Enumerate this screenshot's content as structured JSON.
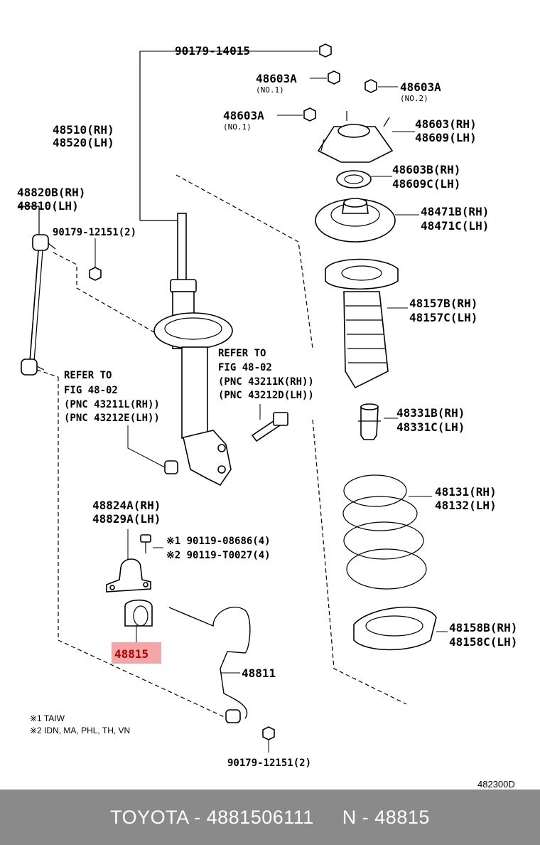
{
  "callouts": {
    "nut_top": "90179-14015",
    "nut_no1_a": "48603A",
    "nut_no1_a_sub": "(NO.1)",
    "nut_no2": "48603A",
    "nut_no2_sub": "(NO.2)",
    "nut_no1_b": "48603A",
    "nut_no1_b_sub": "(NO.1)",
    "strut_rh": "48510(RH)",
    "strut_lh": "48520(LH)",
    "mount_rh": "48603(RH)",
    "mount_lh": "48609(LH)",
    "bearing_rh": "48603B(RH)",
    "bearing_lh": "48609C(LH)",
    "seat_upper_rh": "48471B(RH)",
    "seat_upper_lh": "48471C(LH)",
    "link_rh": "48820B(RH)",
    "link_lh": "48810(LH)",
    "link_nut": "90179-12151(2)",
    "boot_rh": "48157B(RH)",
    "boot_lh": "48157C(LH)",
    "refer1_a": "REFER TO",
    "refer1_b": "FIG 48-02",
    "refer1_c": "(PNC 43211K(RH))",
    "refer1_d": "(PNC 43212D(LH))",
    "refer2_a": "REFER TO",
    "refer2_b": "FIG 48-02",
    "refer2_c": "(PNC 43211L(RH))",
    "refer2_d": "(PNC 43212E(LH))",
    "bumper_rh": "48331B(RH)",
    "bumper_lh": "48331C(LH)",
    "spring_rh": "48131(RH)",
    "spring_lh": "48132(LH)",
    "bracket_rh": "48824A(RH)",
    "bracket_lh": "48829A(LH)",
    "bolt1": "※1 90119-08686(4)",
    "bolt2": "※2 90119-T0027(4)",
    "bushing": "48815",
    "stabilizer": "48811",
    "lower_seat_rh": "48158B(RH)",
    "lower_seat_lh": "48158C(LH)",
    "bottom_nut": "90179-12151(2)"
  },
  "notes": {
    "note1": "※1 TAIW",
    "note2": "※2 IDN, MA, PHL, TH, VN",
    "diagram_code": "482300D"
  },
  "footer": {
    "text": "TOYOTA - 4881506111     N - 48815"
  },
  "colors": {
    "highlight": "#f4a6a6",
    "footer_bg": "#8a8a8a"
  }
}
